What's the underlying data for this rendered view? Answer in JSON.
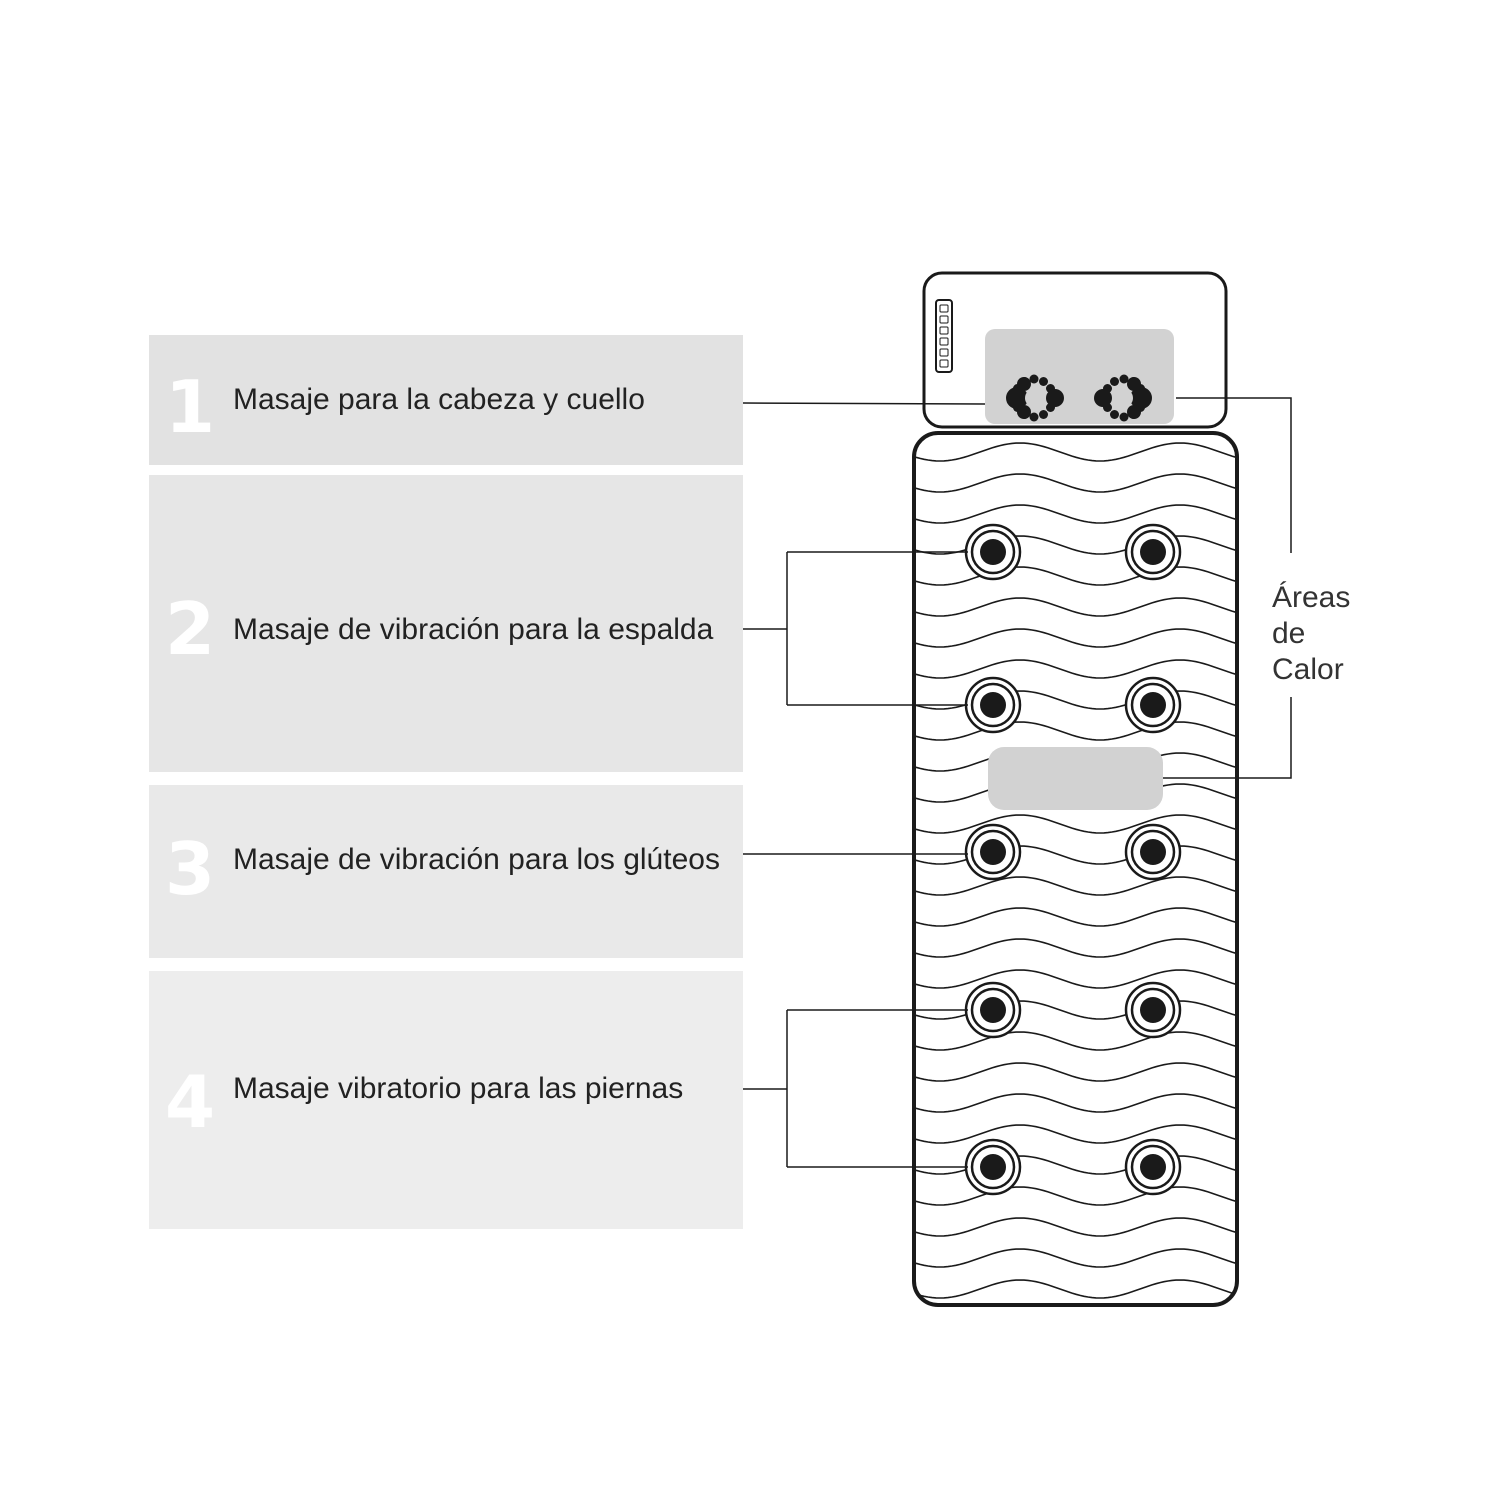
{
  "colors": {
    "panel_1": "#e2e2e2",
    "panel_2": "#e6e6e6",
    "panel_3": "#e9e9e9",
    "panel_4": "#ededed",
    "number": "#ffffff",
    "line": "#1a1a1a",
    "heat_zone": "#d2d2d2"
  },
  "panels": [
    {
      "number": "1",
      "label": "Masaje  para la cabeza y cuello"
    },
    {
      "number": "2",
      "label": "Masaje de vibración para la espalda"
    },
    {
      "number": "3",
      "label": "Masaje de vibración para los glúteos"
    },
    {
      "number": "4",
      "label": "Masaje vibratorio para las piernas"
    }
  ],
  "heat_areas": {
    "line1": "Áreas",
    "line2": "de",
    "line3": "Calor"
  },
  "mat": {
    "vibration_motors": 10,
    "head_massage_nodes": 2,
    "heat_zones": 2,
    "remote_buttons": 6
  }
}
